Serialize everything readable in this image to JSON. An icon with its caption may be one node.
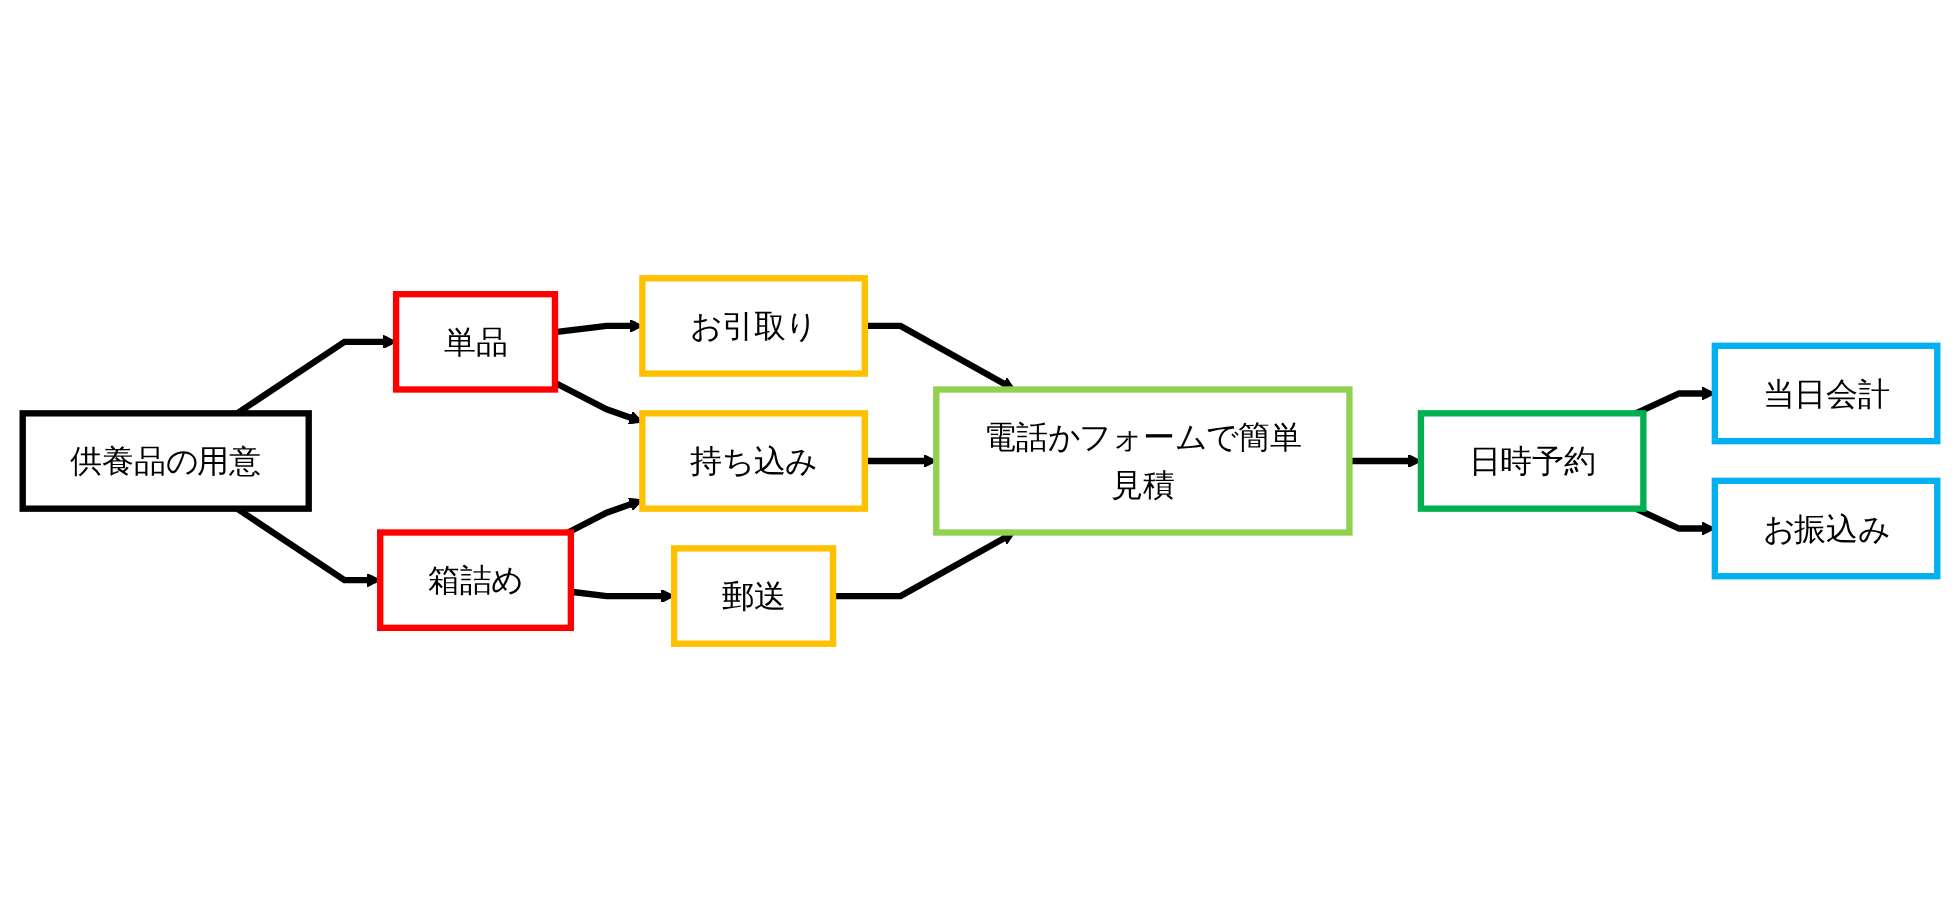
{
  "diagram": {
    "nodes": [
      {
        "text": [
          "供養品の用意"
        ]
      },
      {
        "text": [
          "単品"
        ]
      },
      {
        "text": [
          "箱詰め"
        ]
      },
      {
        "text": [
          "お引取り"
        ]
      },
      {
        "text": [
          "持ち込み"
        ]
      },
      {
        "text": [
          "郵送"
        ]
      },
      {
        "text": [
          "電話かフォームで簡単見積"
        ]
      },
      {
        "text": [
          "日時予約"
        ]
      },
      {
        "text": [
          "当日会計"
        ]
      },
      {
        "text": [
          "お振込み"
        ]
      }
    ],
    "edges": [
      {
        "from": 0,
        "to": 1,
        "arrow": "to"
      },
      {
        "from": 0,
        "to": 2,
        "arrow": "to"
      },
      {
        "from": 1,
        "to": 3,
        "arrow": "to"
      },
      {
        "from": 1,
        "to": 4,
        "arrow": "to"
      },
      {
        "from": 2,
        "to": 4,
        "arrow": "to"
      },
      {
        "from": 2,
        "to": 5,
        "arrow": "to"
      },
      {
        "from": 3,
        "to": 6,
        "arrow": "to"
      },
      {
        "from": 4,
        "to": 6,
        "arrow": "to"
      },
      {
        "from": 5,
        "to": 6,
        "arrow": "to"
      },
      {
        "from": 6,
        "to": 7,
        "arrow": "to"
      },
      {
        "from": 7,
        "to": 8,
        "arrow": "to"
      },
      {
        "from": 7,
        "to": 9,
        "arrow": "to"
      }
    ]
  }
}
